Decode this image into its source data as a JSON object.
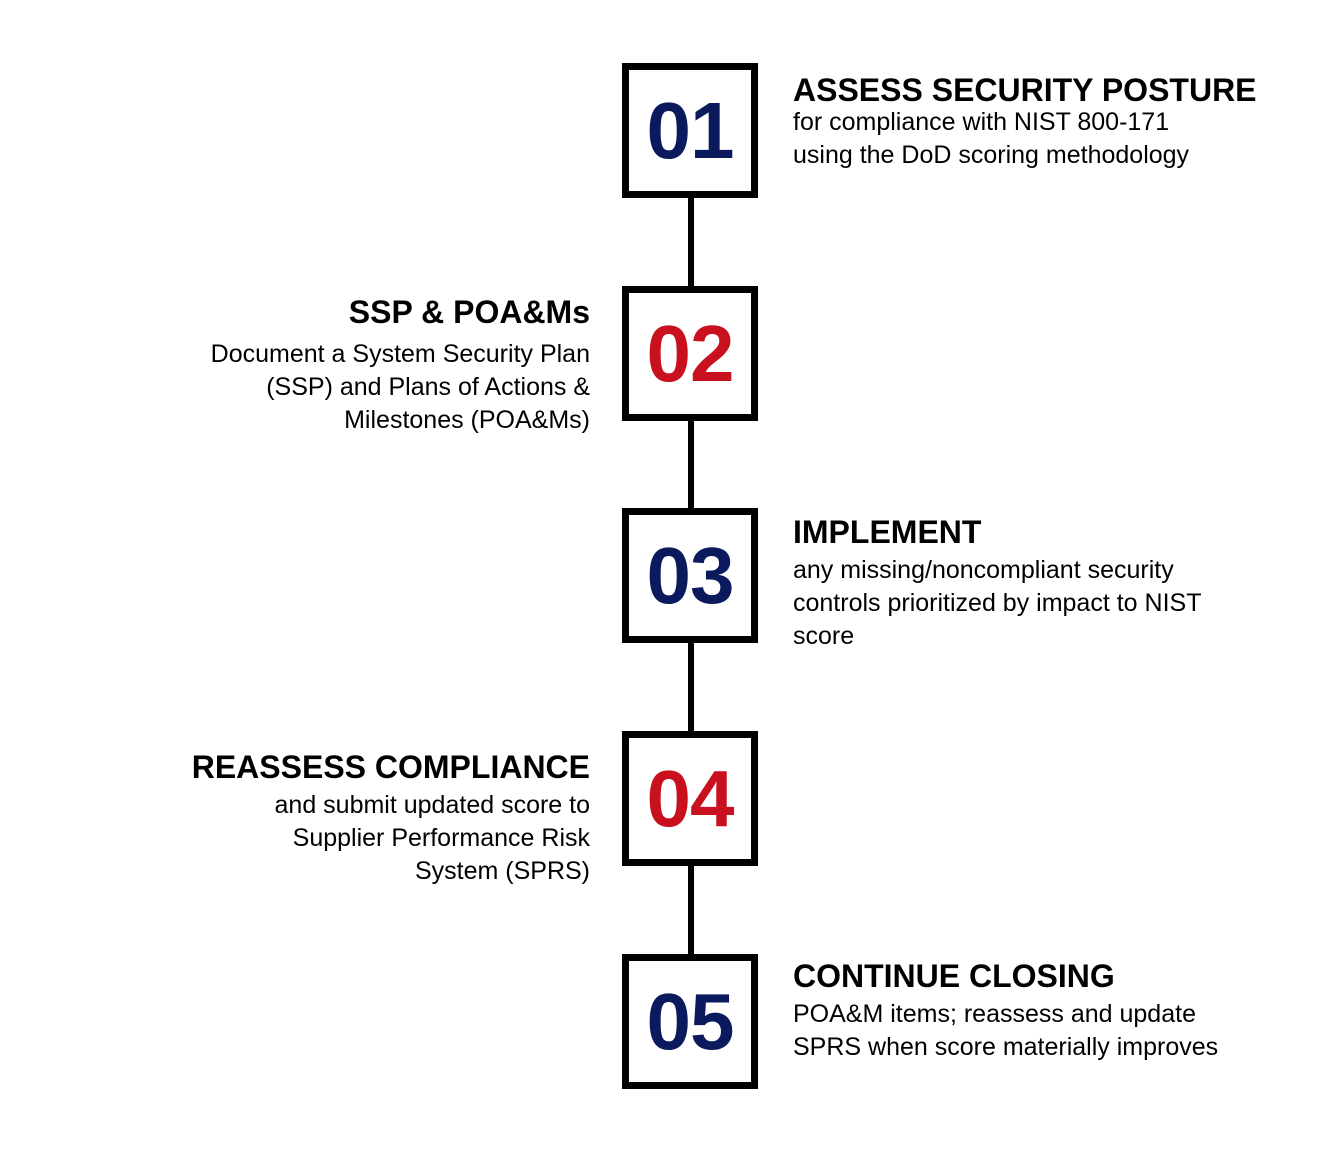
{
  "colors": {
    "blue": "#0b1a5c",
    "red": "#c8101e",
    "line": "#000000"
  },
  "steps": [
    {
      "number": "01",
      "color": "blue",
      "title": "ASSESS SECURITY POSTURE",
      "description_lines": [
        "for compliance with NIST 800-171",
        "using the DoD scoring methodology"
      ]
    },
    {
      "number": "02",
      "color": "red",
      "title": "SSP & POA&Ms",
      "description_lines": [
        "Document a System Security Plan",
        "(SSP) and Plans of Actions &",
        "Milestones (POA&Ms)"
      ]
    },
    {
      "number": "03",
      "color": "blue",
      "title": "IMPLEMENT",
      "description_lines": [
        "any missing/noncompliant security",
        "controls prioritized by impact to NIST",
        "score"
      ]
    },
    {
      "number": "04",
      "color": "red",
      "title": "REASSESS COMPLIANCE",
      "description_lines": [
        "and submit updated score to",
        "Supplier Performance Risk",
        "System (SPRS)"
      ]
    },
    {
      "number": "05",
      "color": "blue",
      "title": "CONTINUE CLOSING",
      "description_lines": [
        "POA&M items; reassess and update",
        "SPRS when score materially improves"
      ]
    }
  ]
}
